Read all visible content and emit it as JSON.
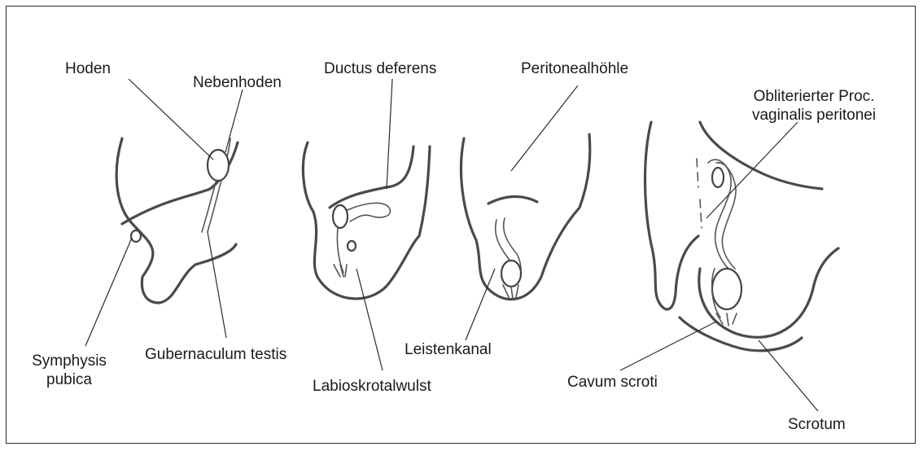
{
  "labels": {
    "hoden": "Hoden",
    "nebenhoden": "Nebenhoden",
    "ductus_deferens": "Ductus deferens",
    "peritonealhoehle": "Peritonealhöhle",
    "obliterierter_1": "Obliterierter Proc.",
    "obliterierter_2": "vaginalis peritonei",
    "symphysis_1": "Symphysis",
    "symphysis_2": "pubica",
    "gubernaculum": "Gubernaculum  testis",
    "labioskrotalwulst": "Labioskrotalwulst",
    "leistenkanal": "Leistenkanal",
    "cavum_scroti": "Cavum scroti",
    "scrotum": "Scrotum"
  }
}
